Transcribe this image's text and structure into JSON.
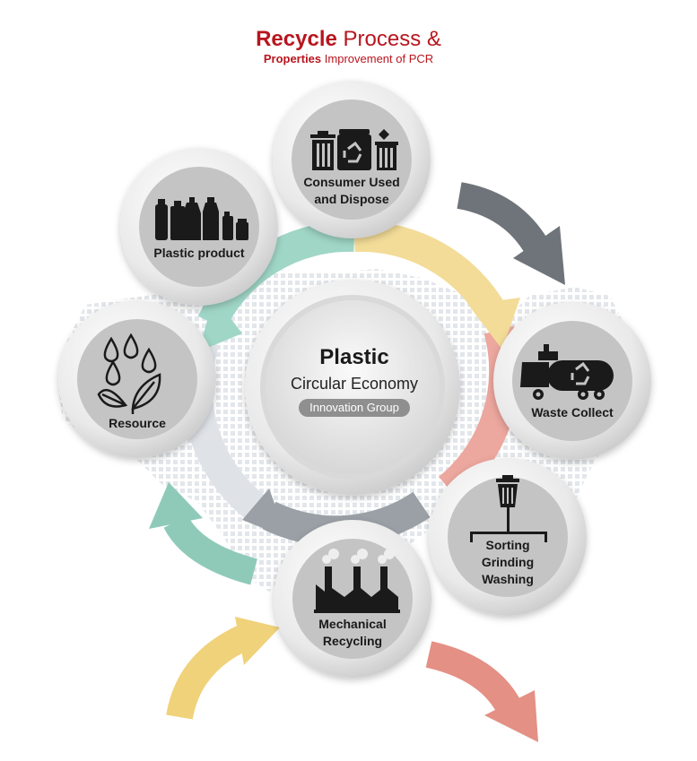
{
  "title": {
    "line1_bold": "Recycle",
    "line1_rest": "Process &",
    "line2_bold": "Properties",
    "line2_rest": "Improvement of PCR"
  },
  "center": {
    "title": "Plastic",
    "subtitle": "Circular Economy",
    "badge": "Innovation Group"
  },
  "nodes": {
    "consumer": {
      "line1": "Consumer Used",
      "line2": "and Dispose",
      "icon": "trash-bins-icon"
    },
    "waste": {
      "label": "Waste Collect",
      "icon": "recycling-truck-icon"
    },
    "sorting": {
      "line1": "Sorting",
      "line2": "Grinding",
      "line3": "Washing",
      "icon": "sorting-bin-icon"
    },
    "mechanical": {
      "line1": "Mechanical",
      "line2": "Recycling",
      "icon": "factory-icon"
    },
    "resource": {
      "label": "Resource",
      "icon": "water-leaf-icon"
    },
    "product": {
      "label": "Plastic product",
      "icon": "bottles-icon"
    }
  },
  "colors": {
    "title_red": "#b8151e",
    "arrow_grey": "#6f747a",
    "arrow_teal": "#8fcab9",
    "arrow_yellow": "#f0d27a",
    "arrow_salmon": "#e49085",
    "ring_teal": "#9fd6c6",
    "ring_yellow": "#f3dc98",
    "ring_salmon": "#eca79e",
    "ring_grey": "#9aa0a6",
    "ring_lightgrey": "#dfe3e8"
  }
}
